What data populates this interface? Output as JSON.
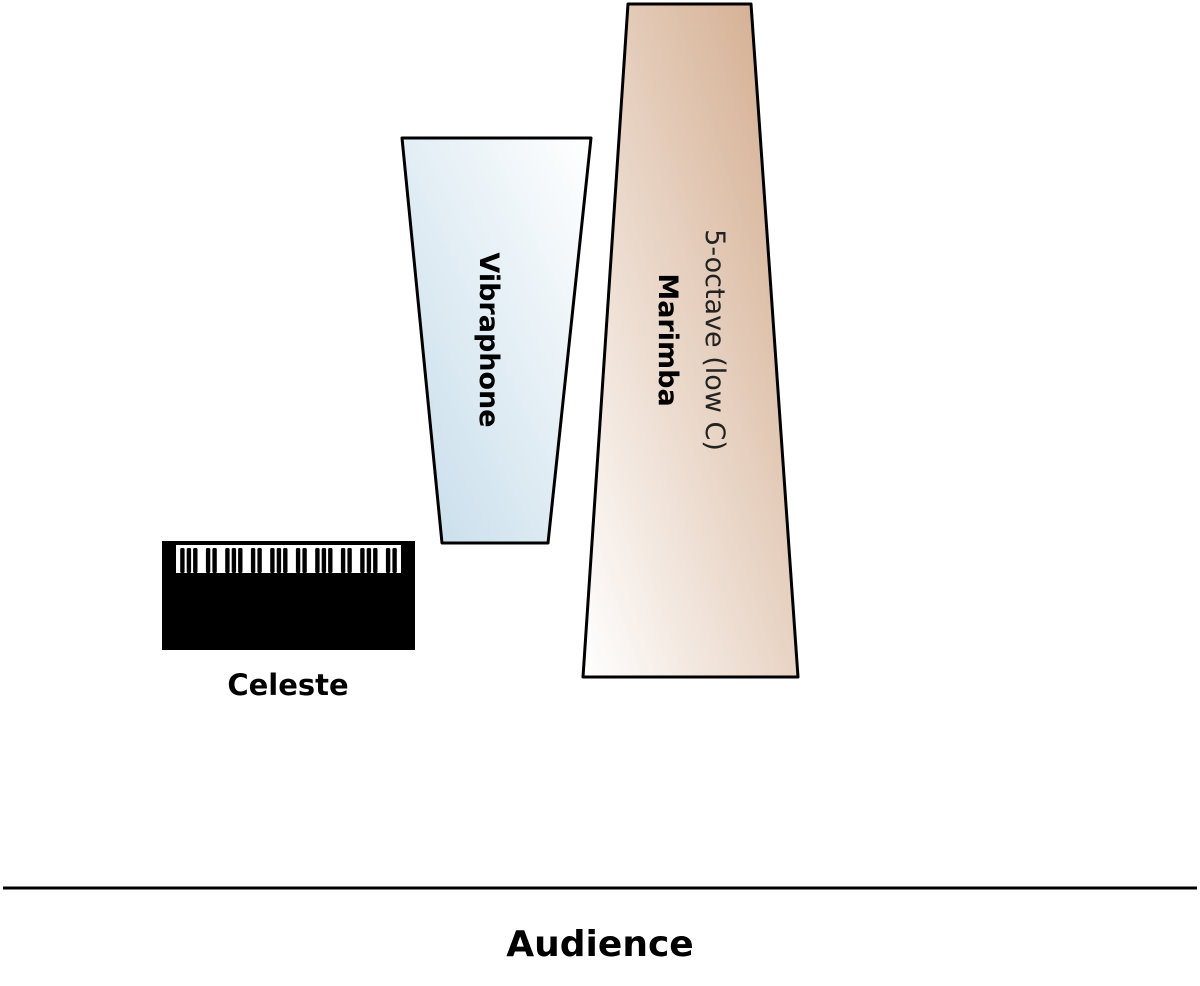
{
  "instruments": {
    "vibraphone": {
      "label": "Vibraphone",
      "color": "#c5dcea"
    },
    "marimba": {
      "label": "Marimba",
      "sublabel": "5-octave (low C)",
      "color": "#d1a889"
    },
    "celeste": {
      "label": "Celeste"
    }
  },
  "audience": {
    "label": "Audience"
  }
}
